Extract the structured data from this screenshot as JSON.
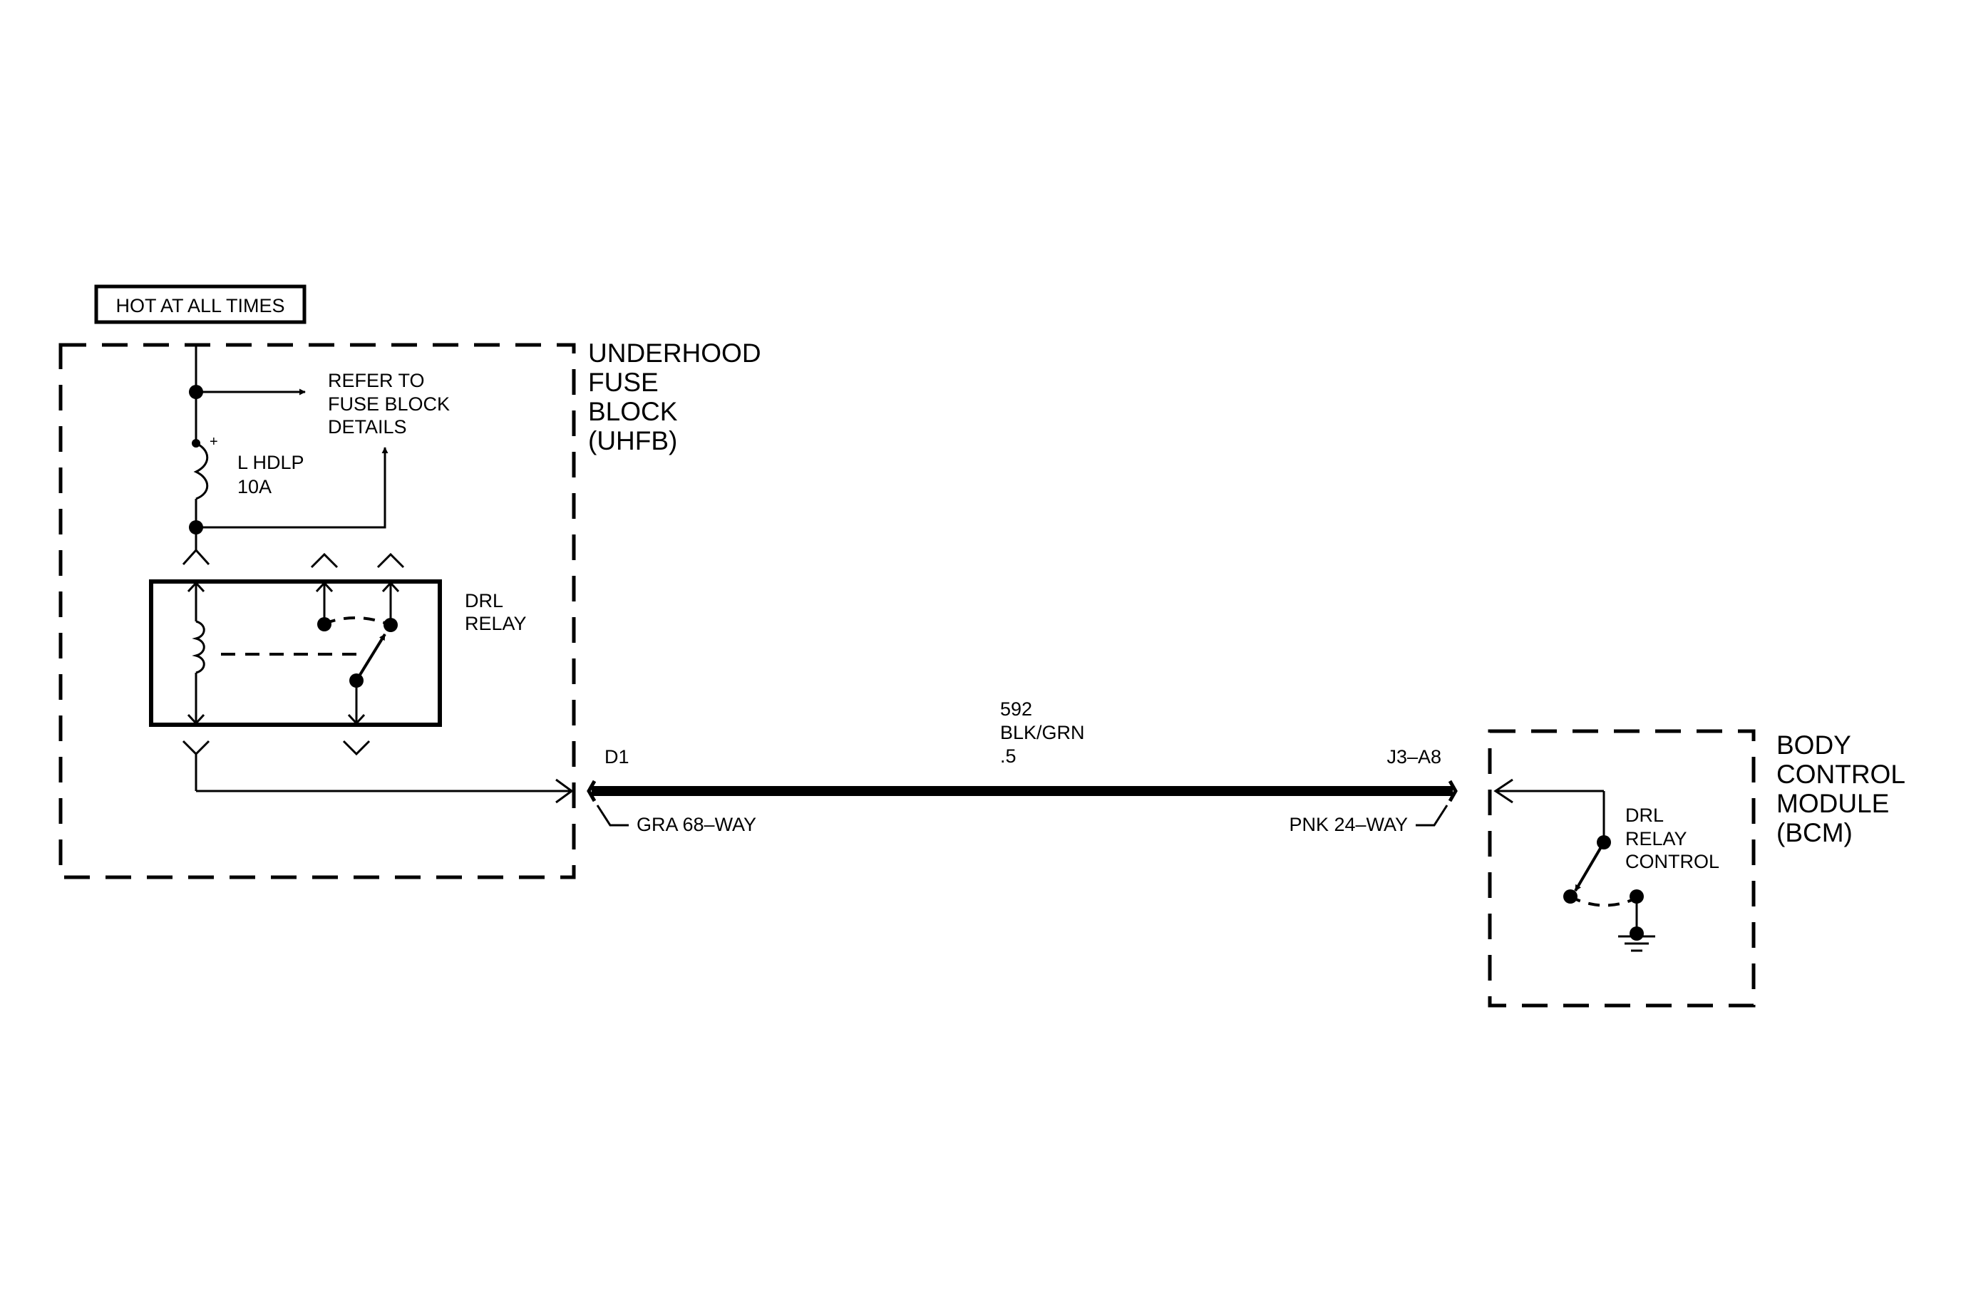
{
  "power_label": "HOT AT ALL TIMES",
  "uhfb": {
    "title": [
      "UNDERHOOD",
      "FUSE",
      "BLOCK",
      "(UHFB)"
    ],
    "refer_note": [
      "REFER TO",
      "FUSE BLOCK",
      "DETAILS"
    ],
    "fuse": {
      "polarity": "+",
      "name": "L HDLP",
      "rating": "10A"
    },
    "relay": [
      "DRL",
      "RELAY"
    ]
  },
  "circuit": {
    "number": "592",
    "color": "BLK/GRN",
    "gauge": ".5",
    "left_terminal": "D1",
    "left_connector": "GRA 68–WAY",
    "right_terminal": "J3–A8",
    "right_connector": "PNK 24–WAY"
  },
  "bcm": {
    "title": [
      "BODY",
      "CONTROL",
      "MODULE",
      "(BCM)"
    ],
    "control_label": [
      "DRL",
      "RELAY",
      "CONTROL"
    ]
  }
}
